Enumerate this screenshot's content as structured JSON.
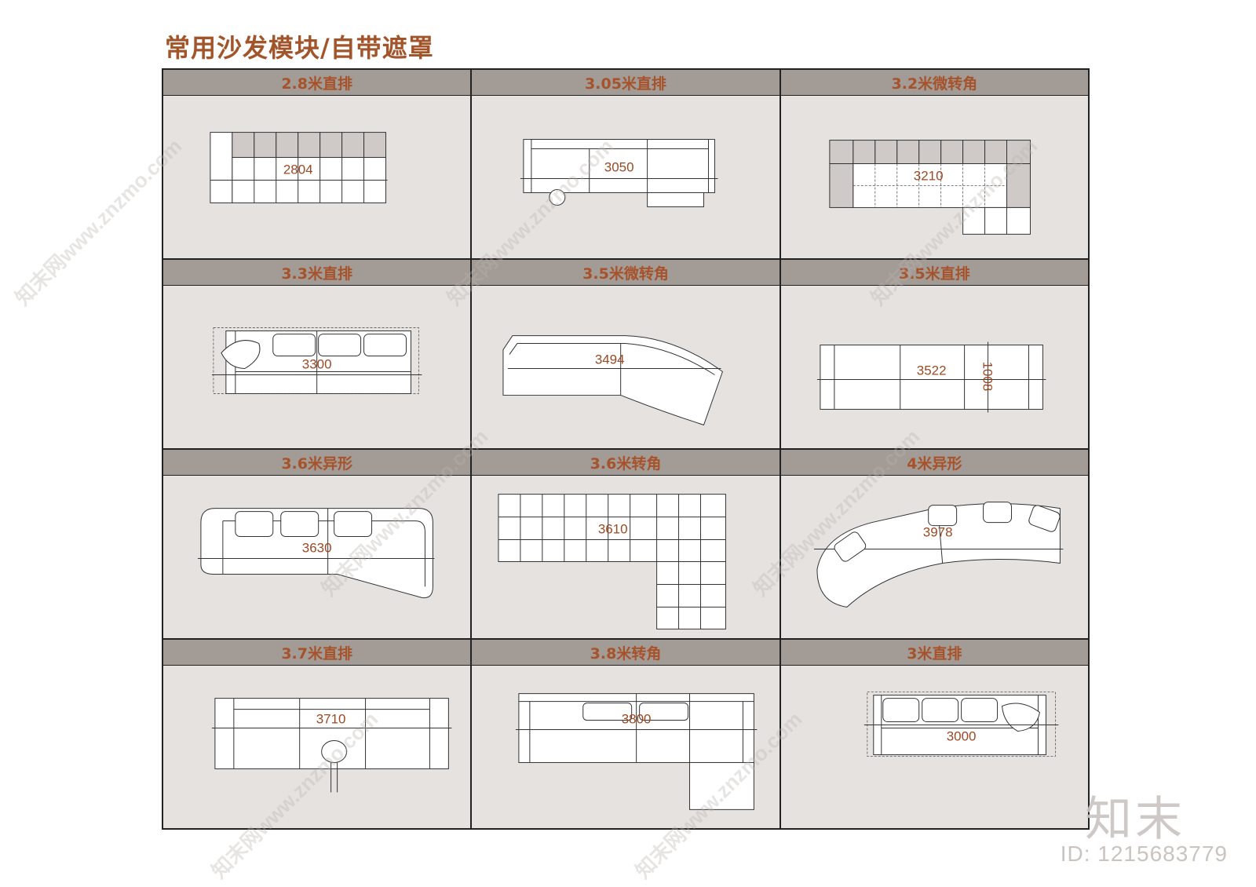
{
  "page": {
    "title": "常用沙发模块/自带遮罩"
  },
  "modules": [
    {
      "label": "2.8米直排",
      "dimension": "2804"
    },
    {
      "label": "3.05米直排",
      "dimension": "3050"
    },
    {
      "label": "3.2米微转角",
      "dimension": "3210"
    },
    {
      "label": "3.3米直排",
      "dimension": "3300"
    },
    {
      "label": "3.5米微转角",
      "dimension": "3494"
    },
    {
      "label": "3.5米直排",
      "dimension": "3522",
      "depth": "1008"
    },
    {
      "label": "3.6米异形",
      "dimension": "3630"
    },
    {
      "label": "3.6米转角",
      "dimension": "3610"
    },
    {
      "label": "4米异形",
      "dimension": "3978"
    },
    {
      "label": "3.7米直排",
      "dimension": "3710"
    },
    {
      "label": "3.8米转角",
      "dimension": "3800"
    },
    {
      "label": "3米直排",
      "dimension": "3000"
    }
  ],
  "watermark": {
    "brand": "知末",
    "id": "ID: 1215683779",
    "diagonal": "知末网www.znzmo.com"
  }
}
